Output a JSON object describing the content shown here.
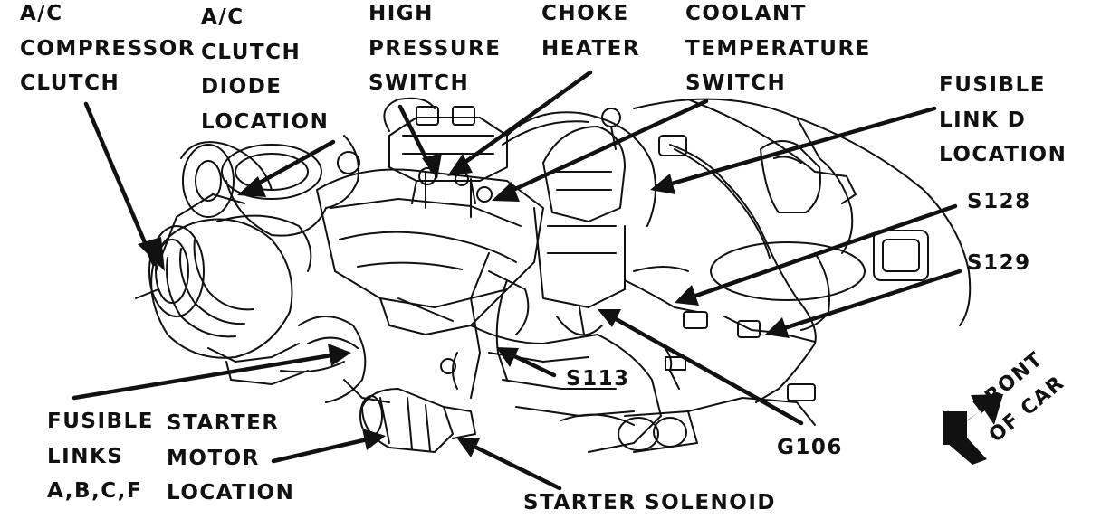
{
  "diagram": {
    "labels": {
      "ac_compressor_clutch": [
        "A/C",
        "COMPRESSOR",
        "CLUTCH"
      ],
      "ac_clutch_diode": [
        "A/C",
        "CLUTCH",
        "DIODE",
        "LOCATION"
      ],
      "high_pressure_switch": [
        "HIGH",
        "PRESSURE",
        "SWITCH"
      ],
      "choke_heater": [
        "CHOKE",
        "HEATER"
      ],
      "coolant_temperature_switch": [
        "COOLANT",
        "TEMPERATURE",
        "SWITCH"
      ],
      "fusible_link_d": [
        "FUSIBLE",
        "LINK D",
        "LOCATION"
      ],
      "s128": "S128",
      "s129": "S129",
      "s113": "S113",
      "g106": "G106",
      "fusible_links_abcf": [
        "FUSIBLE",
        "LINKS",
        "A,B,C,F"
      ],
      "starter_motor": [
        "STARTER",
        "MOTOR",
        "LOCATION"
      ],
      "starter_solenoid": "STARTER SOLENOID",
      "front_of_car": [
        "FRONT",
        "OF CAR"
      ]
    },
    "colors": {
      "ink": "#111111",
      "background": "#ffffff"
    }
  }
}
